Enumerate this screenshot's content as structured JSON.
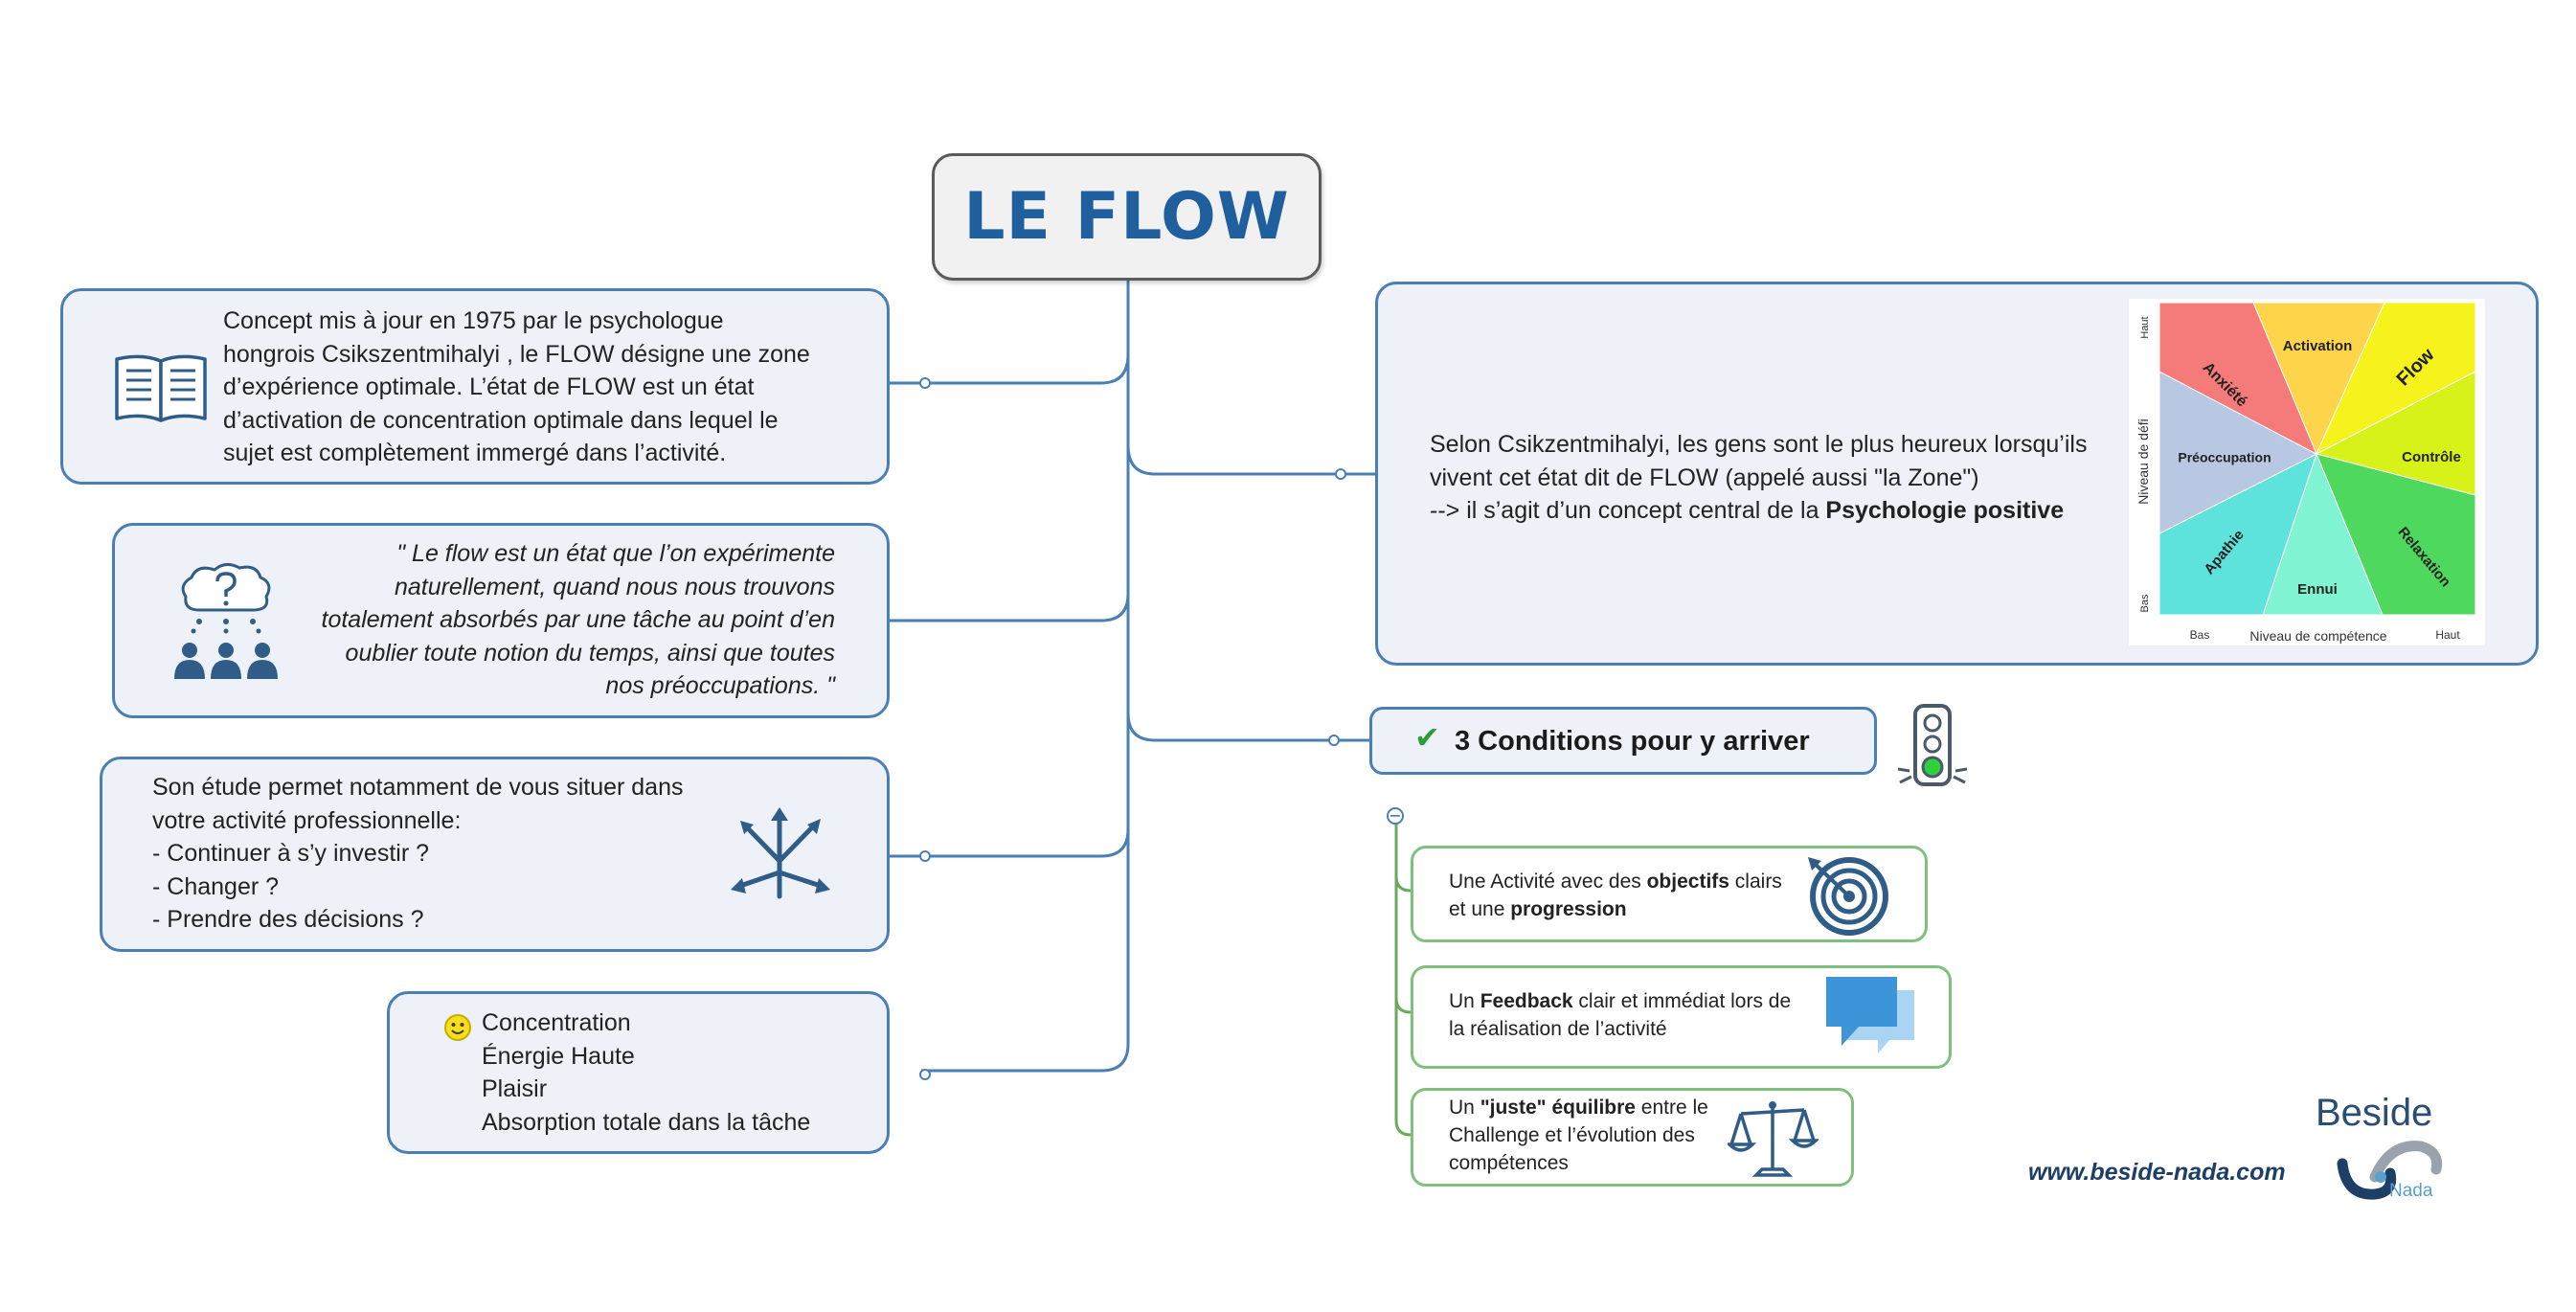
{
  "central": {
    "title": "LE FLOW"
  },
  "branches": {
    "definition": {
      "lines": [
        "Concept mis à jour en 1975 par le psychologue",
        "hongrois Csikszentmihalyi , le FLOW désigne une zone",
        "d’expérience optimale. L’état de FLOW est un état",
        "d’activation de concentration optimale dans lequel le",
        "sujet est complètement immergé dans l’activité."
      ],
      "icon": "open-book-icon"
    },
    "quote": {
      "lines": [
        "\" Le flow est un état que l’on expérimente",
        "naturellement, quand nous nous trouvons",
        "totalement absorbés par une tâche au point d’en",
        "oublier toute notion du temps, ainsi que toutes",
        "nos préoccupations. \""
      ],
      "icon": "thinking-group-icon"
    },
    "study": {
      "lines": [
        "Son étude permet notamment de vous situer dans",
        "votre activité professionnelle:",
        "- Continuer à s’y investir ?",
        "- Changer ?",
        "- Prendre des décisions ?"
      ],
      "icon": "arrows-directions-icon"
    },
    "states": {
      "items": [
        "Concentration",
        "Énergie Haute",
        "Plaisir",
        "Absorption totale dans la tâche"
      ],
      "icon": "smiley-icon"
    },
    "psychology": {
      "line1": "Selon Csikzentmihalyi, les gens sont le plus heureux lorsqu’ils",
      "line2": "vivent cet état dit de FLOW (appelé aussi \"la Zone\")",
      "line3_prefix": "--> il s’agit d’un concept central de la ",
      "line3_bold": "Psychologie positive"
    },
    "conditions": {
      "title": "3 Conditions pour y arriver",
      "check_icon": "checkmark-icon",
      "traffic_icon": "traffic-light-icon",
      "collapse_symbol": "−",
      "items": [
        {
          "l1_a": "Une Activité avec des ",
          "l1_b": "objectifs",
          "l1_c": " clairs",
          "l2_a": "et une ",
          "l2_b": "progression",
          "icon": "target-icon"
        },
        {
          "l1_a": "Un ",
          "l1_b": "Feedback",
          "l1_c": " clair et immédiat lors de",
          "l2_a": "la réalisation de l’activité",
          "icon": "speech-bubbles-icon"
        },
        {
          "l1_a": "Un ",
          "l1_b": "\"juste\" équilibre",
          "l1_c": " entre le",
          "l2_a": "Challenge et l’évolution des",
          "l3_a": "compétences",
          "icon": "balance-scale-icon"
        }
      ]
    }
  },
  "chart": {
    "y_axis": "Niveau de défi",
    "y_high": "Haut",
    "y_low": "Bas",
    "x_axis": "Niveau de compétence",
    "x_low": "Bas",
    "x_high": "Haut",
    "sectors": [
      {
        "label": "Activation",
        "color": "#fdd44a"
      },
      {
        "label": "Flow",
        "color": "#f6f21c"
      },
      {
        "label": "Contrôle",
        "color": "#d7f218"
      },
      {
        "label": "Relaxation",
        "color": "#4fd85e"
      },
      {
        "label": "Ennui",
        "color": "#7ff3d2"
      },
      {
        "label": "Apathie",
        "color": "#5ee2dc"
      },
      {
        "label": "Préoccupation",
        "color": "#b8c7e2"
      },
      {
        "label": "Anxiété",
        "color": "#f57a7a"
      }
    ]
  },
  "footer": {
    "website": "www.beside-nada.com",
    "brand": "Beside",
    "brand_sub": "Nada"
  },
  "colors": {
    "connector": "#4a7fb5",
    "node_border": "#4a7fb5",
    "node_fill": "#eef2f8",
    "title": "#1f5f9e",
    "condition_border": "#7ec07e",
    "condition_line": "#6aaa5a"
  }
}
